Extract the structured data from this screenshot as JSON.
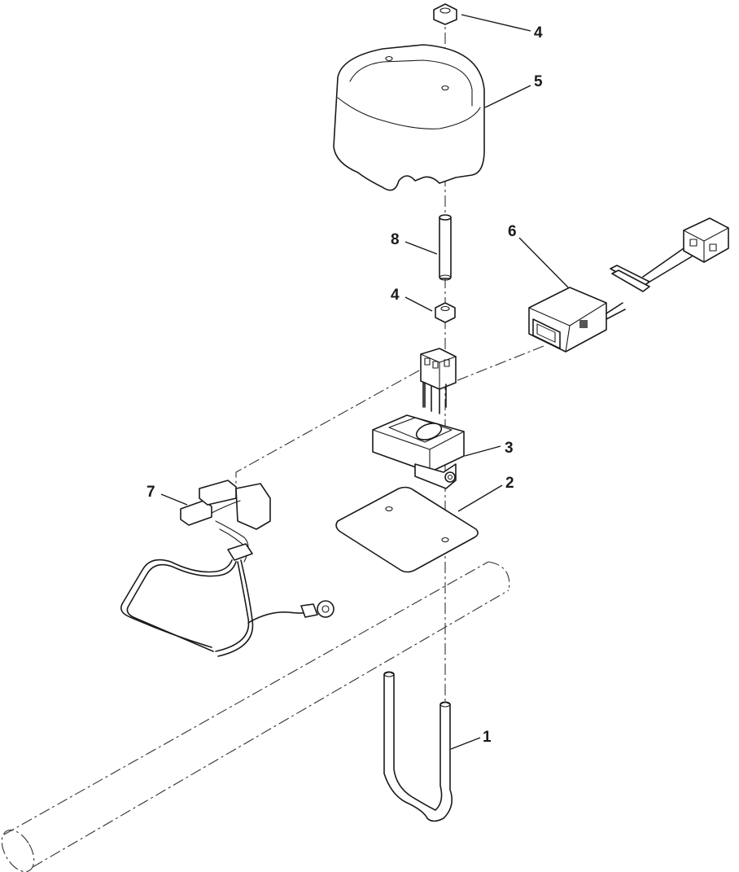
{
  "callouts": [
    {
      "id": "1",
      "label": "1"
    },
    {
      "id": "2",
      "label": "2"
    },
    {
      "id": "3",
      "label": "3"
    },
    {
      "id": "4a",
      "label": "4"
    },
    {
      "id": "4b",
      "label": "4"
    },
    {
      "id": "5",
      "label": "5"
    },
    {
      "id": "6",
      "label": "6"
    },
    {
      "id": "7",
      "label": "7"
    },
    {
      "id": "8",
      "label": "8"
    }
  ],
  "parts": [
    "u-bolt",
    "mounting-plate",
    "module-bracket",
    "nut",
    "cover",
    "hour-meter",
    "wire-harness",
    "spacer-tube"
  ],
  "colors": {
    "line": "#1a1a1a",
    "background": "#ffffff"
  }
}
